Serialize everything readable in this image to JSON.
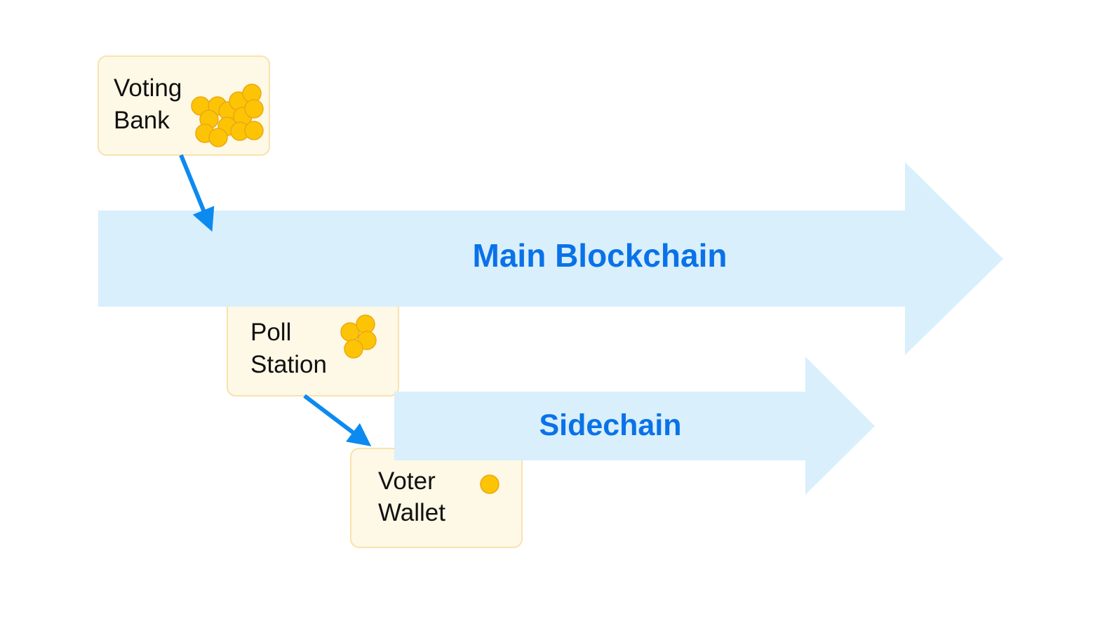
{
  "colors": {
    "background": "#ffffff",
    "chain_fill": "#d9effc",
    "chain_text": "#0a72e8",
    "box_fill": "#fef8e6",
    "box_stroke": "#f9e2ad",
    "coin_fill": "#fcc405",
    "coin_stroke": "#eaa812",
    "arrow": "#0d8af0",
    "label_text": "#111111"
  },
  "chains": {
    "main": {
      "label": "Main Blockchain"
    },
    "side": {
      "label": "Sidechain"
    }
  },
  "boxes": {
    "voting_bank": {
      "line1": "Voting",
      "line2": "Bank",
      "coin_count": 13
    },
    "poll_station": {
      "line1": "Poll",
      "line2": "Station",
      "coin_count": 4
    },
    "voter_wallet": {
      "line1": "Voter",
      "line2": "Wallet",
      "coin_count": 1
    }
  },
  "icons": {
    "coin": "coin-icon",
    "arrow": "arrow-icon"
  }
}
